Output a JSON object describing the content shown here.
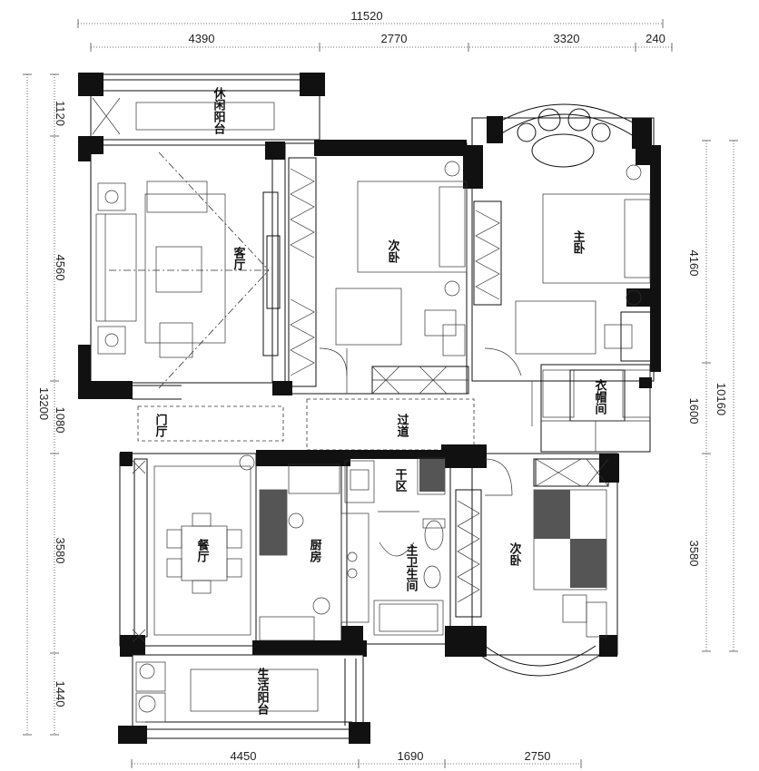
{
  "dimensions": {
    "top_total": "11520",
    "top_segments": [
      "4390",
      "2770",
      "3320",
      "240"
    ],
    "left_total": "13200",
    "left_segments": [
      "1120",
      "4560",
      "1080",
      "3580",
      "1440"
    ],
    "right_total": "10160",
    "right_segments": [
      "4160",
      "1600",
      "3580"
    ],
    "bottom_segments": [
      "4450",
      "1690",
      "2750"
    ]
  },
  "rooms": {
    "leisure_balcony": "休闲阳台",
    "living_room": "客厅",
    "second_bedroom_top": "次卧",
    "master_bedroom": "主卧",
    "walk_in_closet": "衣帽间",
    "foyer": "门厅",
    "corridor": "过道",
    "dining_room": "餐厅",
    "kitchen": "厨房",
    "dry_zone": "干区",
    "master_bathroom": "主卫生间",
    "second_bedroom_bottom": "次卧",
    "utility_balcony": "生活阳台"
  }
}
